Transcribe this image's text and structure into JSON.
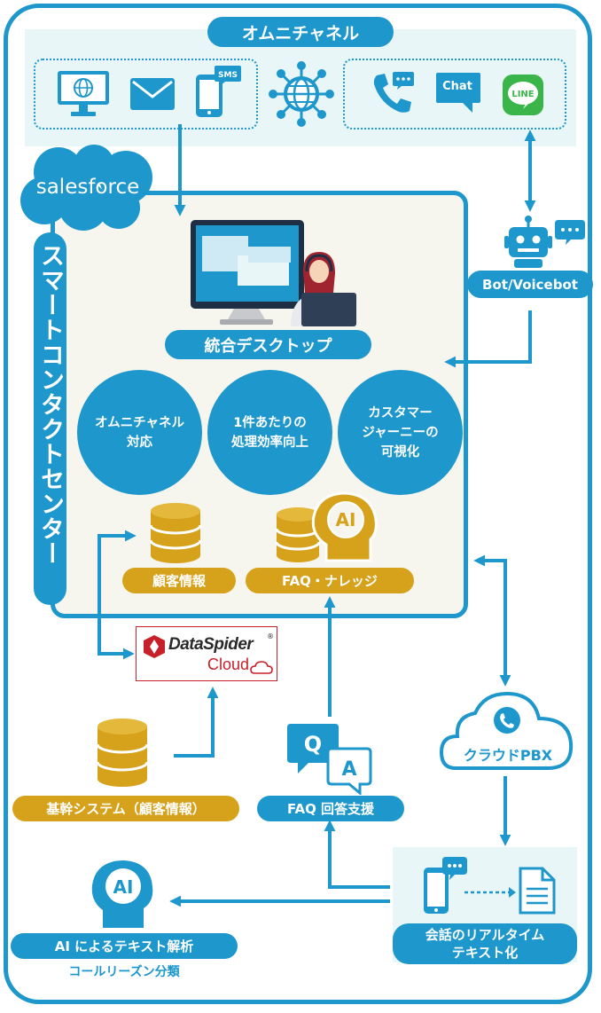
{
  "title": "オムニチャネル",
  "salesforce": "salesforce",
  "vertical_label": "スマートコンタクトセンター",
  "channels": {
    "left_icons": [
      "web-browser-icon",
      "email-icon",
      "sms-phone-icon"
    ],
    "sms_badge": "SMS",
    "hub_icon": "globe-network-icon",
    "right_icons": [
      "phone-call-icon",
      "chat-icon",
      "line-app-icon"
    ],
    "chat_label": "Chat",
    "line_label": "LINE"
  },
  "desktop": {
    "label": "統合デスクトップ",
    "icon": "agent-monitor-icon"
  },
  "features": [
    {
      "lines": [
        "オムニチャネル",
        "対応"
      ]
    },
    {
      "lines": [
        "1件あたりの",
        "処理効率向上"
      ]
    },
    {
      "lines": [
        "カスタマー",
        "ジャーニーの",
        "可視化"
      ]
    }
  ],
  "customer_info": "顧客情報",
  "faq_knowledge": "FAQ・ナレッジ",
  "bot": {
    "label": "Bot/Voicebot",
    "icon": "robot-icon"
  },
  "dataspider": {
    "name": "DataSpider",
    "reg": "®",
    "cloud": "Cloud"
  },
  "core_system": "基幹システム（顧客情報）",
  "faq_support": "FAQ 回答支援",
  "qa_icon_letters": [
    "Q",
    "A"
  ],
  "cloud_pbx": "クラウドPBX",
  "realtime_text": {
    "lines": [
      "会話のリアルタイム",
      "テキスト化"
    ]
  },
  "ai_analysis": {
    "label": "AI によるテキスト解析",
    "sub": "コールリーズン分類",
    "ai_label": "AI"
  },
  "colors": {
    "blue": "#1d97cc",
    "gold": "#d6a21b",
    "mint": "#e8f6f7",
    "panel": "#f6f6ee",
    "navy": "#233a54",
    "line_green": "#39b54a",
    "dataspider_red": "#c8202a"
  }
}
